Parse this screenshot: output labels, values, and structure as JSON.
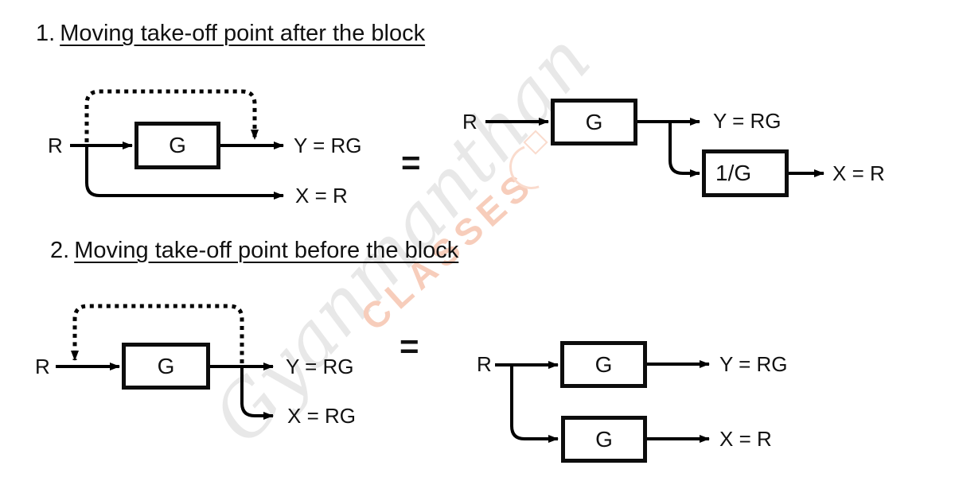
{
  "watermark": {
    "script_text": "Gyanmanthan",
    "badge_text": "CLASSES",
    "script_color": "#e8e8e8",
    "badge_color": "#f7cdbb",
    "logo_accent_color": "#fadbcd"
  },
  "diagram_colors": {
    "line": "#000000",
    "block_border": "#0d0d0d",
    "text": "#111111"
  },
  "sections": [
    {
      "number": "1.",
      "title": "Moving take-off point after the block",
      "equals": "=",
      "left": {
        "input_label": "R",
        "block_label": "G",
        "output_label": "Y = RG",
        "branch_label": "X = R"
      },
      "right": {
        "input_label": "R",
        "block_label": "G",
        "inverse_block_label": "1/G",
        "output_label": "Y = RG",
        "branch_label": "X = R"
      }
    },
    {
      "number": "2.",
      "title": "Moving take-off point before the block",
      "equals": "=",
      "left": {
        "input_label": "R",
        "block_label": "G",
        "output_label": "Y = RG",
        "branch_label": "X = RG"
      },
      "right": {
        "input_label": "R",
        "block_top_label": "G",
        "block_bottom_label": "G",
        "output_label": "Y = RG",
        "branch_label": "X = R"
      }
    }
  ]
}
